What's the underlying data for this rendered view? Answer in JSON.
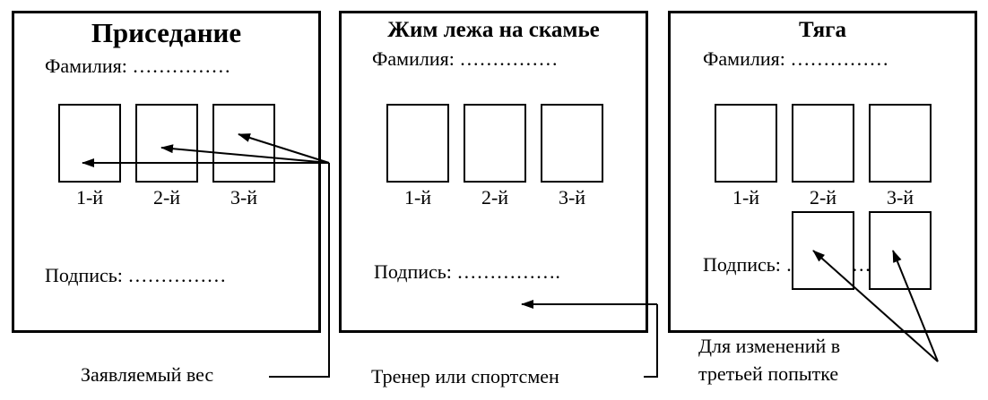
{
  "cards": [
    {
      "title": "Приседание",
      "surname_label": "Фамилия: ……………",
      "attempts": [
        "1-й",
        "2-й",
        "3-й"
      ],
      "signature_label": "Подпись: ……………"
    },
    {
      "title": "Жим лежа на скамье",
      "surname_label": "Фамилия: ……………",
      "attempts": [
        "1-й",
        "2-й",
        "3-й"
      ],
      "signature_label": "Подпись: ……………."
    },
    {
      "title": "Тяга",
      "surname_label": "Фамилия: ……………",
      "attempts": [
        "1-й",
        "2-й",
        "3-й"
      ],
      "signature_label": "Подпись: ……………"
    }
  ],
  "captions": {
    "declared_weight": "Заявляемый вес",
    "coach_or_athlete": "Тренер или спортсмен",
    "third_attempt_line1": "Для изменений в",
    "third_attempt_line2": "третьей попытке"
  }
}
